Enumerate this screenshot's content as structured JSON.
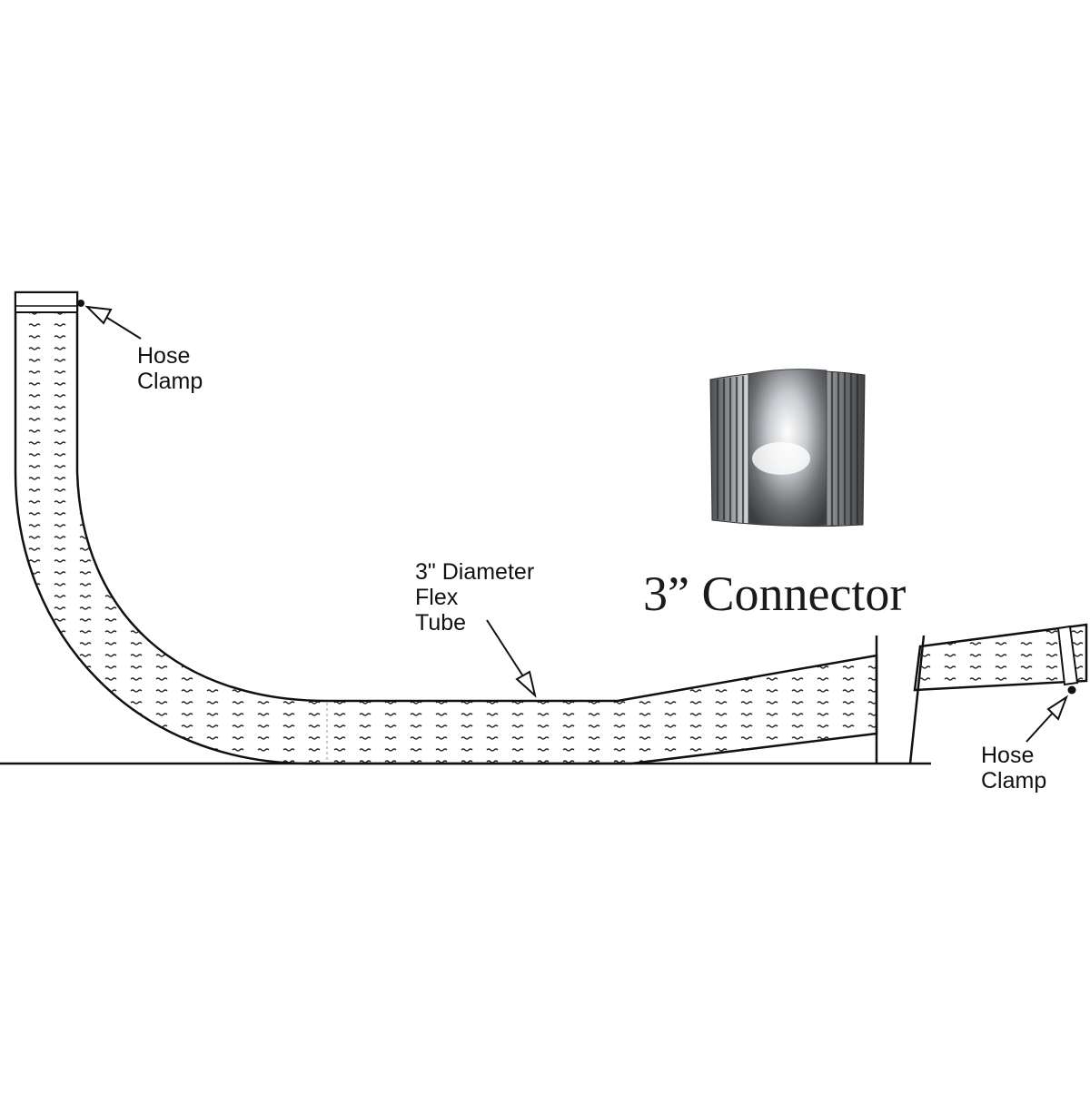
{
  "labels": {
    "hose_clamp_top": {
      "line1": "Hose",
      "line2": "Clamp"
    },
    "flex_tube": {
      "line1": "3\" Diameter",
      "line2": "Flex",
      "line3": "Tube"
    },
    "connector": "3” Connector",
    "hose_clamp_bottom": {
      "line1": "Hose",
      "line2": "Clamp"
    }
  },
  "colors": {
    "line": "#111111",
    "hatch": "#222222",
    "background": "#ffffff"
  }
}
